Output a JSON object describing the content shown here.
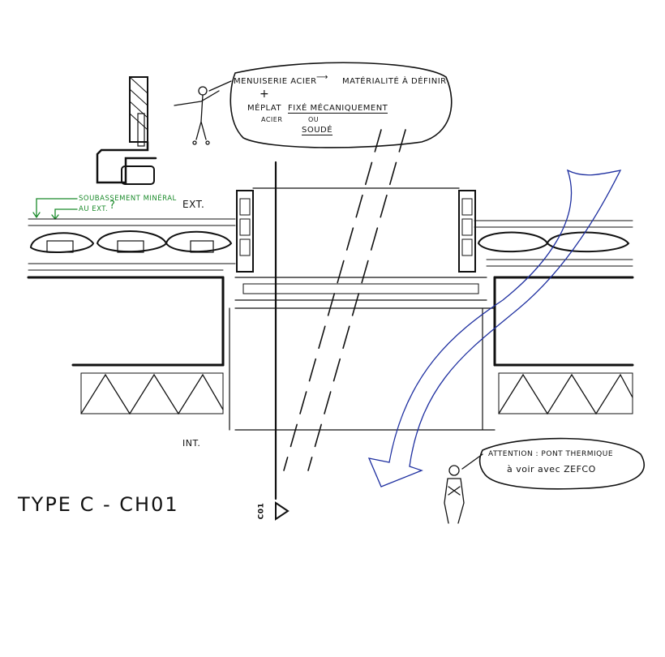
{
  "title": "TYPE C - CH01",
  "labels": {
    "exterior": "EXT.",
    "interior": "INT.",
    "section_cut": "C01"
  },
  "bubble_top": {
    "line1_left": "Menuiserie acier",
    "line1_right": "Matérialité à définir",
    "plus": "+",
    "line2_a": "Méplat",
    "line2_b": "fixé mécaniquement",
    "line3_a": "acier",
    "line3_b": "ou",
    "line4": "soudé"
  },
  "green_notes": {
    "line1": "Soubassement minéral",
    "line2": "au ext.",
    "question": "?"
  },
  "bubble_bottom": {
    "line1": "Attention : pont thermique",
    "line2": "à voir avec ZEFCO"
  },
  "colors": {
    "ink": "#111111",
    "green": "#1a8a2a",
    "blue": "#1e2fa0"
  }
}
